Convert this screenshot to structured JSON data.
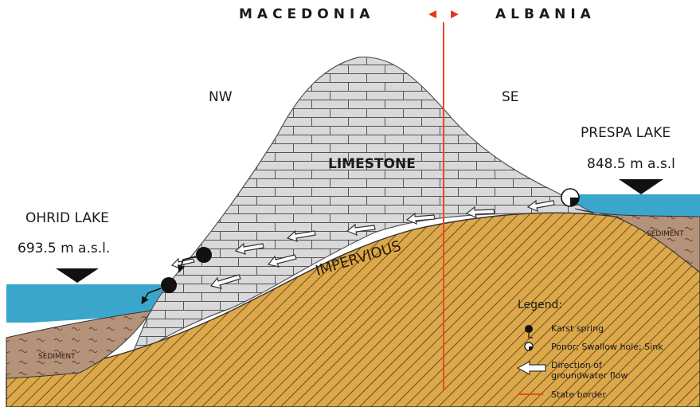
{
  "countries": {
    "left": "MACEDONIA",
    "right": "ALBANIA"
  },
  "directions": {
    "nw": "NW",
    "se": "SE"
  },
  "lakes": {
    "ohrid": {
      "name": "OHRID LAKE",
      "elevation": "693.5 m a.s.l."
    },
    "prespa": {
      "name": "PRESPA LAKE",
      "elevation": "848.5 m a.s.l"
    }
  },
  "layers": {
    "limestone": "LIMESTONE",
    "impervious": "IMPERVIOUS",
    "sediment": "SEDIMENT"
  },
  "legend": {
    "title": "Legend:",
    "items": [
      {
        "icon": "karst-spring-icon",
        "label": "Karst spring"
      },
      {
        "icon": "ponor-icon",
        "label": "Ponor; Swallow hole; Sink"
      },
      {
        "icon": "flow-arrow-icon",
        "label": "Direction of groundwater flow"
      },
      {
        "icon": "border-line-icon",
        "label": "State border"
      }
    ]
  },
  "colors": {
    "water": "#3aa6cc",
    "limestone": "#d9d9db",
    "impervious": "#dca84a",
    "sediment": "#b5927a",
    "border": "#e8492c",
    "border_arrow": "#e03a1c"
  }
}
